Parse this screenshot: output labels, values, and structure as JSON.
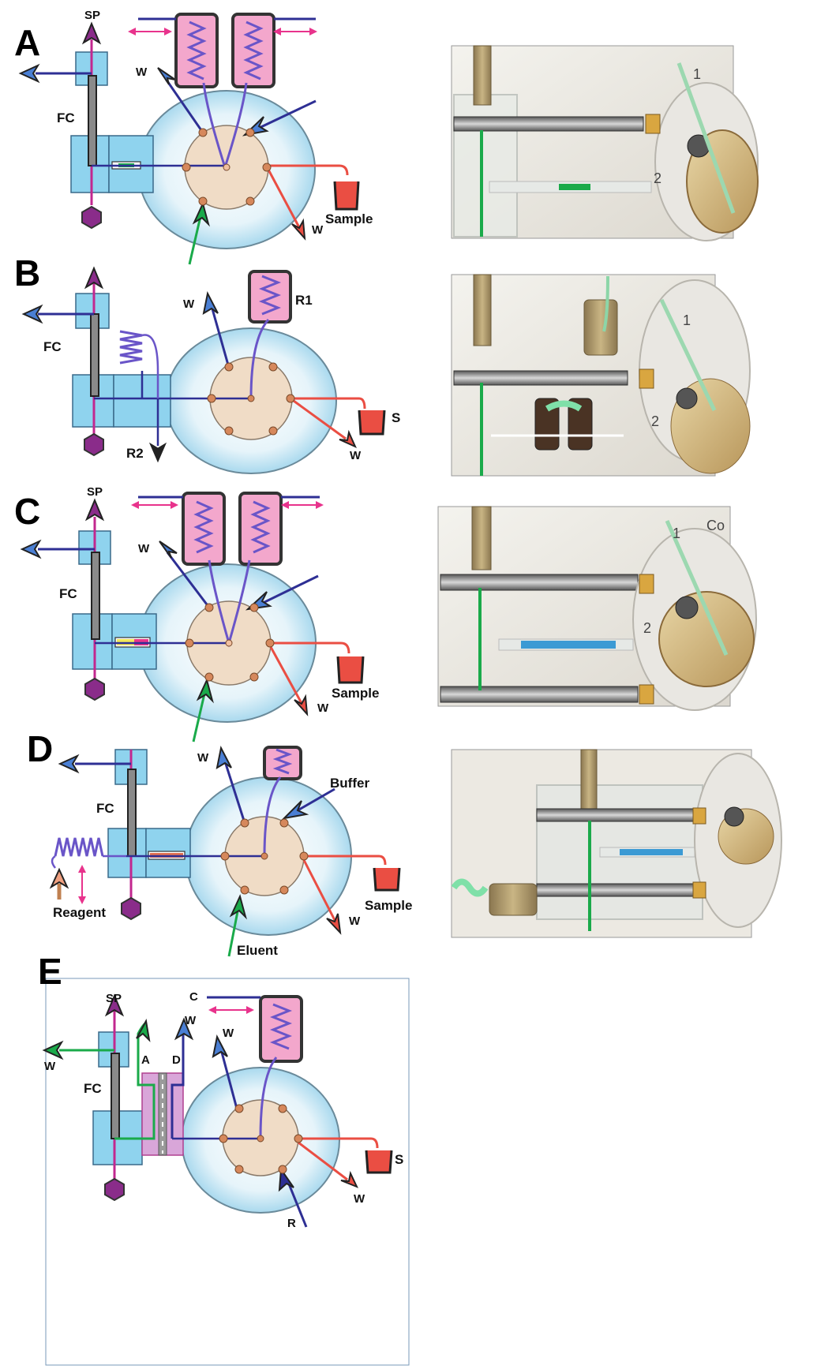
{
  "panels": [
    {
      "letter": "A",
      "labels": {
        "sp": "SP",
        "fc": "FC",
        "w1": "W",
        "w2": "W",
        "sample": "Sample"
      },
      "photo": {
        "scale_marks": [
          "1",
          "2"
        ]
      }
    },
    {
      "letter": "B",
      "labels": {
        "fc": "FC",
        "w1": "W",
        "w2": "W",
        "r1": "R1",
        "r2": "R2",
        "s": "S"
      },
      "photo": {
        "scale_marks": [
          "1",
          "2"
        ]
      }
    },
    {
      "letter": "C",
      "labels": {
        "sp": "SP",
        "fc": "FC",
        "w1": "W",
        "w2": "W",
        "sample": "Sample"
      },
      "photo": {
        "scale_marks": [
          "1",
          "2"
        ],
        "corner_text": "Co"
      }
    },
    {
      "letter": "D",
      "labels": {
        "fc": "FC",
        "w1": "W",
        "w2": "W",
        "buffer": "Buffer",
        "sample": "Sample",
        "reagent": "Reagent",
        "eluent": "Eluent"
      },
      "photo": {
        "scale_marks": [],
        "corner_text": ""
      }
    },
    {
      "letter": "E",
      "labels": {
        "sp": "SP",
        "fc": "FC",
        "w_left": "W",
        "a": "A",
        "d": "D",
        "w_top": "W",
        "w1": "W",
        "w2": "W",
        "c": "C",
        "s": "S",
        "r": "R"
      }
    }
  ],
  "colors": {
    "blue_line": "#2e2f94",
    "red_line": "#ea4e43",
    "green_line": "#1aaa4a",
    "magenta": "#c2278f",
    "pink_arrow": "#e8338c",
    "module_fill": "#8fd3ee",
    "valve_disc": "#f0dcc6",
    "port": "#d6885c",
    "coil_fill": "#f3a7cc",
    "coil_line": "#6a55c8",
    "rod": "#808080"
  }
}
